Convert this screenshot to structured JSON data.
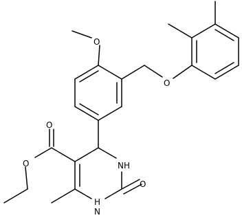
{
  "structure": {
    "atoms": {
      "o_methoxy": "O",
      "o_ether": "O",
      "o_ester_carbonyl": "O",
      "o_ester": "O",
      "nh_upper": "NH",
      "nh_lower": "H",
      "nh_lower_n": "N",
      "o_carbonyl": "O"
    }
  }
}
